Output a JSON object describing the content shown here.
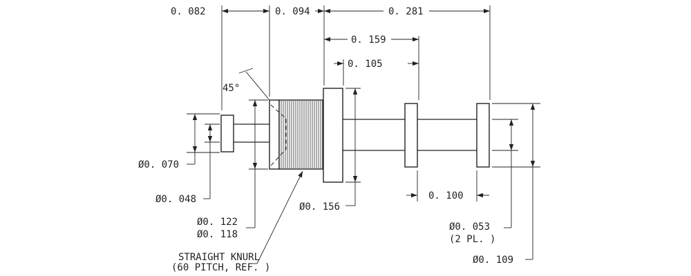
{
  "dimensions": {
    "d1": "0. 082",
    "d2": "0. 094",
    "d3": "0. 281",
    "d4": "0. 159",
    "d5": "0. 105",
    "angle": "45°",
    "dia_070": "Ø0. 070",
    "dia_048": "Ø0. 048",
    "dia_122": "Ø0. 122",
    "dia_118": "Ø0. 118",
    "dia_156": "Ø0. 156",
    "d_100": "0. 100",
    "dia_053": "Ø0. 053",
    "note_2pl": "(2 PL. )",
    "dia_109": "Ø0. 109"
  },
  "notes": {
    "knurl_line1": "STRAIGHT KNURL",
    "knurl_line2": "(60 PITCH, REF. )"
  },
  "colors": {
    "ink": "#222222",
    "paper": "#ffffff"
  }
}
